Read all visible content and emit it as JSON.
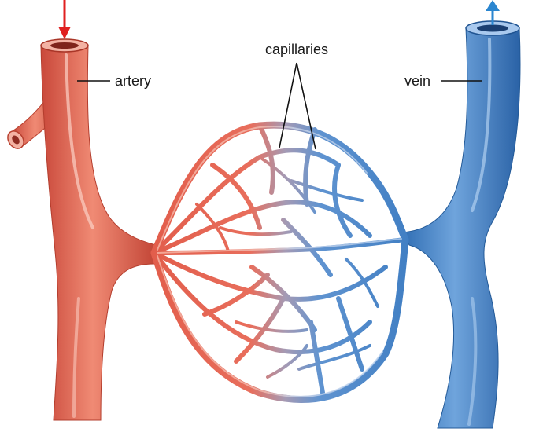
{
  "labels": {
    "artery": "artery",
    "vein": "vein",
    "capillaries": "capillaries"
  },
  "colors": {
    "artery": "#e2644f",
    "artery_dark": "#b8402f",
    "artery_light": "#f6a896",
    "vein": "#3f7fc4",
    "vein_dark": "#245c9b",
    "vein_light": "#8db8e6",
    "arrow_in": "#e02020",
    "arrow_out": "#2a86d0",
    "leader": "#111111"
  },
  "icons": {
    "inflow": "arrow-down-icon",
    "outflow": "arrow-up-icon"
  }
}
